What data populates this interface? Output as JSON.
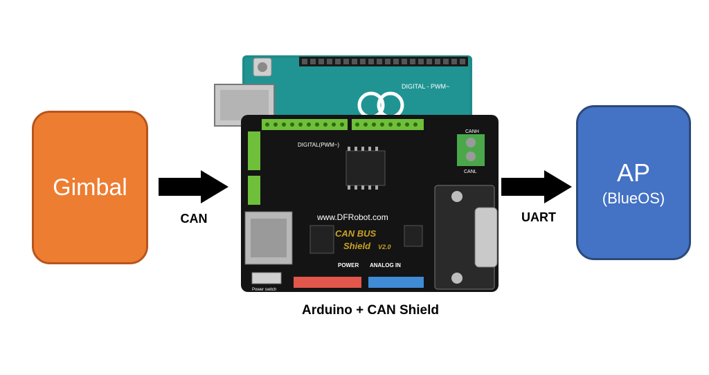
{
  "nodes": {
    "gimbal": {
      "label": "Gimbal"
    },
    "ap": {
      "label": "AP",
      "sublabel": "(BlueOS)"
    },
    "board": {
      "caption": "Arduino + CAN Shield"
    }
  },
  "board_markings": {
    "shield_title_line1": "CAN BUS",
    "shield_title_line2": "Shield",
    "shield_version": "V2.0",
    "website": "www.DFRobot.com",
    "power_header": "POWER",
    "analog_header": "ANALOG IN",
    "digital_header": "DIGITAL(PWM~)",
    "power_switch": "Power switch",
    "canh": "CANH",
    "canl": "CANL",
    "arduino_digital": "DIGITAL - PWM~"
  },
  "edges": {
    "gimbal_to_board": {
      "label": "CAN"
    },
    "board_to_ap": {
      "label": "UART"
    }
  },
  "colors": {
    "gimbal_fill": "#ed7d31",
    "ap_fill": "#4472c4",
    "arrow": "#000000",
    "arduino_teal": "#1e8c8a",
    "shield_black": "#141414"
  }
}
